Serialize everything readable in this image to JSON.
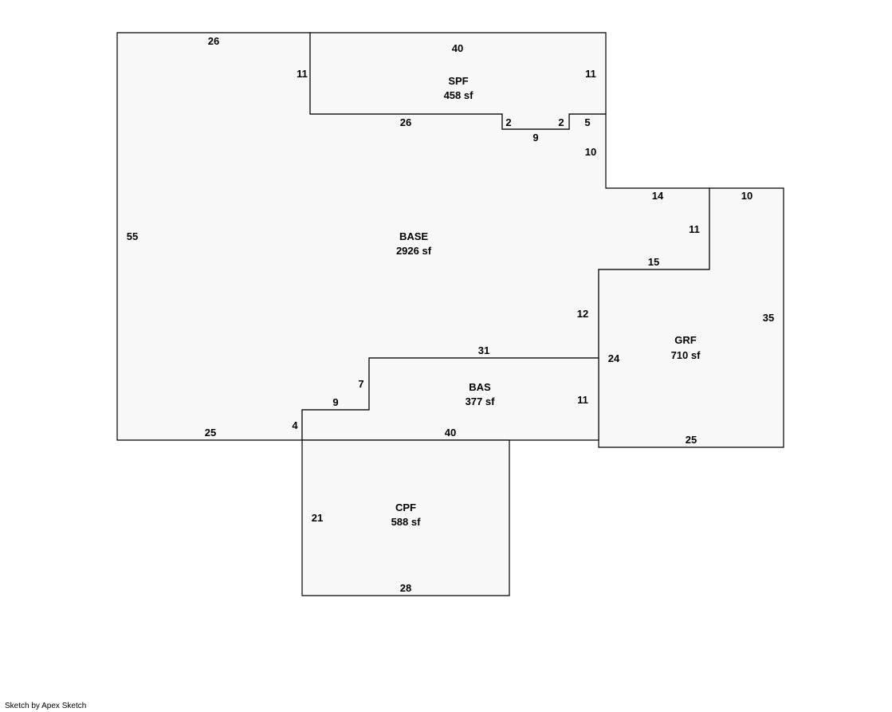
{
  "areas": [
    {
      "name": "BASE",
      "sf": "2926 sf"
    },
    {
      "name": "SPF",
      "sf": "458 sf"
    },
    {
      "name": "GRF",
      "sf": "710 sf"
    },
    {
      "name": "BAS",
      "sf": "377 sf"
    },
    {
      "name": "CPF",
      "sf": "588 sf"
    }
  ],
  "dimensions": {
    "base_top": "26",
    "base_left": "55",
    "base_bottom": "25",
    "spf_top": "40",
    "spf_left": "11",
    "spf_right": "11",
    "spf_bottom": "26",
    "notch_left": "2",
    "notch_bottom": "9",
    "notch_right": "2",
    "notch_step": "5",
    "right_upper": "10",
    "step_top": "14",
    "grf_top": "10",
    "grf_inner_vertical": "11",
    "grf_inner_horizontal": "15",
    "base_right_lower": "12",
    "grf_left": "24",
    "grf_right": "35",
    "grf_bottom": "25",
    "bas_top": "31",
    "bas_step_vertical": "7",
    "bas_step_horizontal": "9",
    "bas_left": "4",
    "bas_right": "11",
    "bas_bottom": "40",
    "cpf_left": "21",
    "cpf_bottom": "28"
  },
  "footer": "Sketch by Apex Sketch"
}
